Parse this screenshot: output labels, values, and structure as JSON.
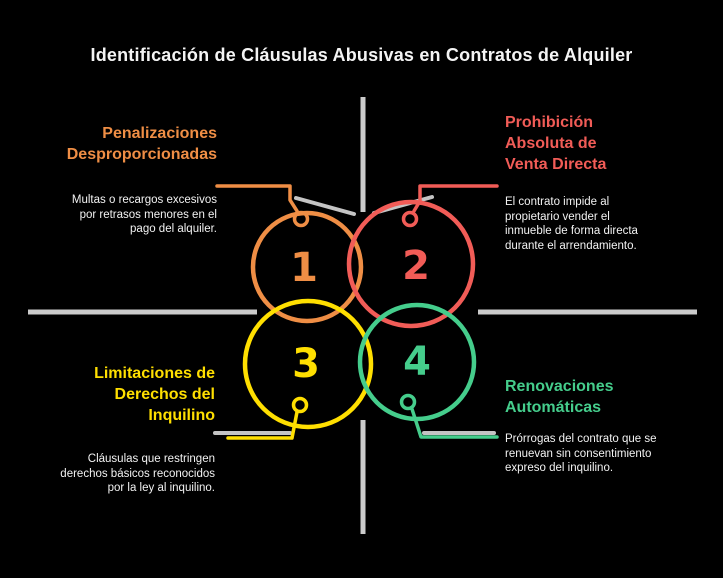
{
  "title": "Identificación de Cláusulas Abusivas en Contratos de Alquiler",
  "colors": {
    "orange": "#ef8e45",
    "red": "#f15c57",
    "yellow": "#ffdf00",
    "green": "#45cd8c",
    "divider_grey": "#cbcbcb",
    "body_text": "#f2f2f2",
    "background": "#000000"
  },
  "sections": [
    {
      "number": "1",
      "color": "#ef8e45",
      "heading": "Penalizaciones\nDesproporcionadas",
      "body": "Multas o recargos excesivos por retrasos menores en el pago del alquiler."
    },
    {
      "number": "2",
      "color": "#f15c57",
      "heading": "Prohibición\nAbsoluta de\nVenta Directa",
      "body": "El contrato impide al propietario vender el inmueble de forma directa durante el arrendamiento."
    },
    {
      "number": "3",
      "color": "#ffdf00",
      "heading": "Limitaciones de\nDerechos del\nInquilino",
      "body": "Cláusulas que restringen derechos básicos reconocidos por la ley al inquilino."
    },
    {
      "number": "4",
      "color": "#45cd8c",
      "heading": "Renovaciones\nAutomáticas",
      "body": "Prórrogas del contrato que se renuevan sin consentimiento expreso del inquilino."
    }
  ]
}
